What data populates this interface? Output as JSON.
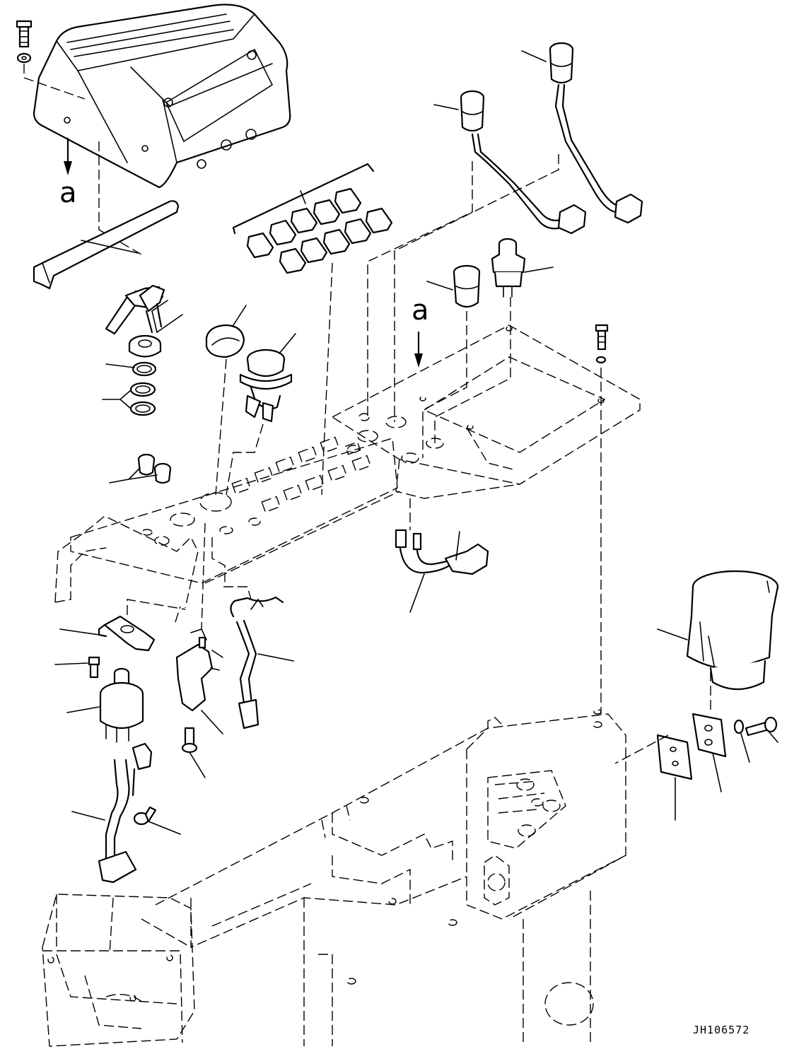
{
  "view_labels": [
    "a",
    "a"
  ],
  "drawing_code": "JH106572"
}
